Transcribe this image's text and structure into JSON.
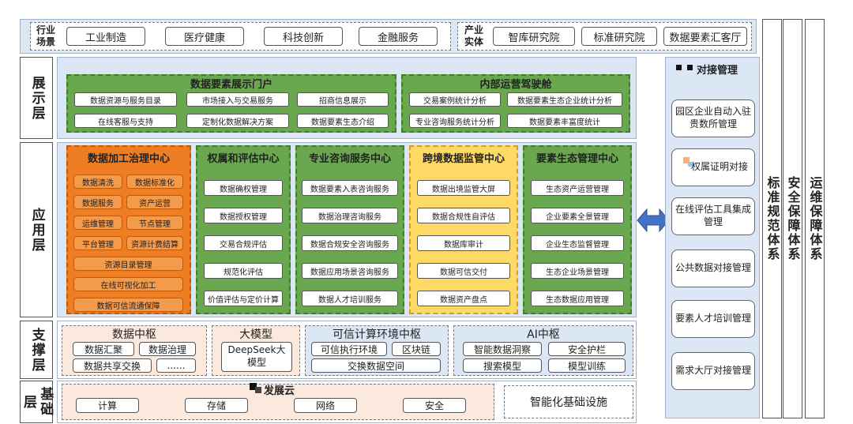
{
  "industry": {
    "label": "行业场景",
    "items": [
      "工业制造",
      "医疗健康",
      "科技创新",
      "金融服务"
    ]
  },
  "entity": {
    "label": "产业实体",
    "items": [
      "智库研究院",
      "标准研究院",
      "数据要素汇客厅"
    ]
  },
  "layers": {
    "display": "展示层",
    "application": "应用层",
    "support": "支撑层",
    "base": "基础层"
  },
  "display": {
    "portal": {
      "title": "数据要素展示门户",
      "items": [
        "数据资源与服务目录",
        "市场接入与交易服务",
        "招商信息展示",
        "在线客服与支持",
        "定制化数据解决方案",
        "数据要素生态介绍"
      ]
    },
    "cockpit": {
      "title": "内部运营驾驶舱",
      "items": [
        "交易案例统计分析",
        "数据要素生态企业统计分析",
        "专业咨询服务统计分析",
        "数据要素丰富度统计"
      ]
    }
  },
  "app": {
    "governance": {
      "title": "数据加工治理中心",
      "pairs": [
        [
          "数据清洗",
          "数据标准化"
        ],
        [
          "数据服务",
          "资产运营"
        ],
        [
          "运维管理",
          "节点管理"
        ],
        [
          "平台管理",
          "资源计费结算"
        ]
      ],
      "singles": [
        "资源目录管理",
        "在线可视化加工",
        "数据可信流通保障"
      ]
    },
    "ownership": {
      "title": "权属和评估中心",
      "items": [
        "数据确权管理",
        "数据授权管理",
        "交易合规评估",
        "规范化评估",
        "价值评估与定价计算"
      ]
    },
    "consult": {
      "title": "专业咨询服务中心",
      "items": [
        "数据要素入表咨询服务",
        "数据治理咨询服务",
        "数据合规安全咨询服务",
        "数据应用场景咨询服务",
        "数据人才培训服务"
      ]
    },
    "crossborder": {
      "title": "跨境数据监管中心",
      "items": [
        "数据出境监管大屏",
        "数据合规性自评估",
        "数据库审计",
        "数据可信交付",
        "数据资产盘点"
      ]
    },
    "ecology": {
      "title": "要素生态管理中心",
      "items": [
        "生态资产运营管理",
        "企业要素全景管理",
        "企业生态监督管理",
        "生态企业场景管理",
        "生态数据应用管理"
      ]
    }
  },
  "sidebar": {
    "title": "对接管理",
    "items": [
      "园区企业自动入驻贵数所管理",
      "权属证明对接",
      "在线评估工具集成管理",
      "公共数据对接管理",
      "要素人才培训管理",
      "需求大厅对接管理"
    ]
  },
  "support": {
    "datahub": {
      "title": "数据中枢",
      "items": [
        "数据汇聚",
        "数据治理",
        "数据共享交换",
        "......"
      ]
    },
    "model": {
      "title": "大模型",
      "items": [
        "DeepSeek大模型"
      ]
    },
    "trusted": {
      "title": "可信计算环境中枢",
      "items": [
        "可信执行环境",
        "区块链",
        "交换数据空间"
      ]
    },
    "ai": {
      "title": "AI中枢",
      "items": [
        "智能数据洞察",
        "安全护栏",
        "搜索模型",
        "模型训练"
      ]
    }
  },
  "base": {
    "cloud": {
      "title": "发展云",
      "items": [
        "计算",
        "存储",
        "网络",
        "安全"
      ]
    },
    "infra": "智能化基础设施"
  },
  "systems": [
    "标准规范体系",
    "安全保障体系",
    "运维保障体系"
  ],
  "colors": {
    "band_blue": "#dbe7f4",
    "green": "#6aa84f",
    "orange": "#ee7d23",
    "yellow": "#ffd966",
    "peach": "#fbe9dd"
  }
}
